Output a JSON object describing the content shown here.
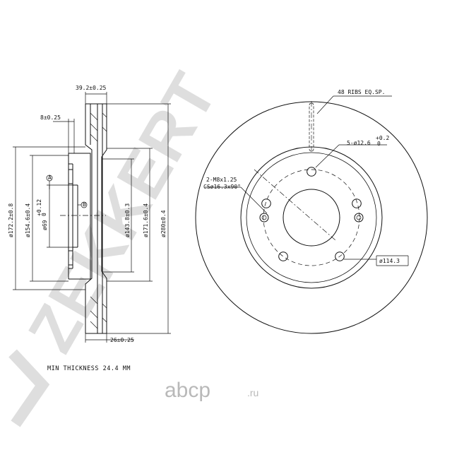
{
  "watermark": {
    "brand": "ZEKKERT",
    "site_main": "abcp",
    "site_suffix": ".ru"
  },
  "side_view": {
    "dims": {
      "total_width": "39.2±0.25",
      "hat_thickness": "8±0.25",
      "disc_thickness": "26±0.25",
      "d_outer_hat": "ø172.2±0.8",
      "d_mid": "ø154.6±0.4",
      "d_bore": "ø69",
      "d_bore_tol": "+0.12\n0",
      "d_inner_vent": "ø143.8±0.3",
      "d_outer_vent": "ø171.6±0.4",
      "d_disc": "ø280±0.4",
      "datum_a": "A",
      "datum_b": "B"
    }
  },
  "front_view": {
    "ribs": "48 RIBS EQ.SP.",
    "holes": "5-ø12.6",
    "holes_tol_upper": "+0.2",
    "holes_tol_lower": "0",
    "threads_line1": "2-M8x1.25",
    "threads_line2": "CSø16.3x90°",
    "pcd": "ø114.3"
  },
  "footer": {
    "min_thickness": "MIN THICKNESS 24.4 MM"
  }
}
